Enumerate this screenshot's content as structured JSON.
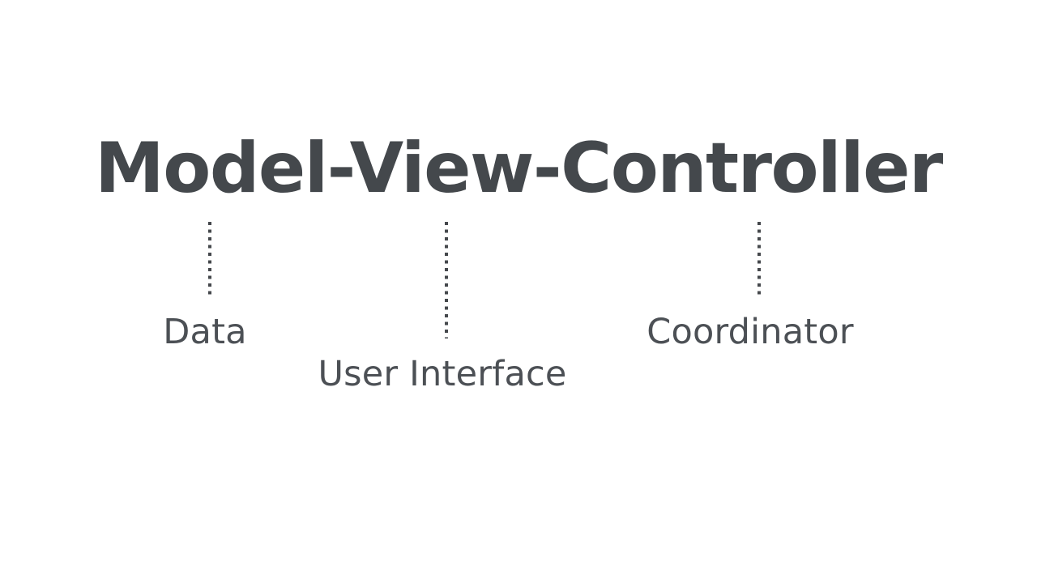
{
  "slide": {
    "background_color": "#ffffff",
    "title": {
      "text": "Model-View-Controller",
      "color": "#44484c"
    },
    "connectors": [
      {
        "name": "model",
        "color": "#45484c",
        "style": "dotted-vertical"
      },
      {
        "name": "view",
        "color": "#45484c",
        "style": "dotted-vertical"
      },
      {
        "name": "controller",
        "color": "#45484c",
        "style": "dotted-vertical"
      }
    ],
    "labels": [
      {
        "key": "model",
        "text": "Data",
        "color": "#4c5055"
      },
      {
        "key": "view",
        "text": "User Interface",
        "color": "#4c5055"
      },
      {
        "key": "controller",
        "text": "Coordinator",
        "color": "#4c5055"
      }
    ]
  }
}
